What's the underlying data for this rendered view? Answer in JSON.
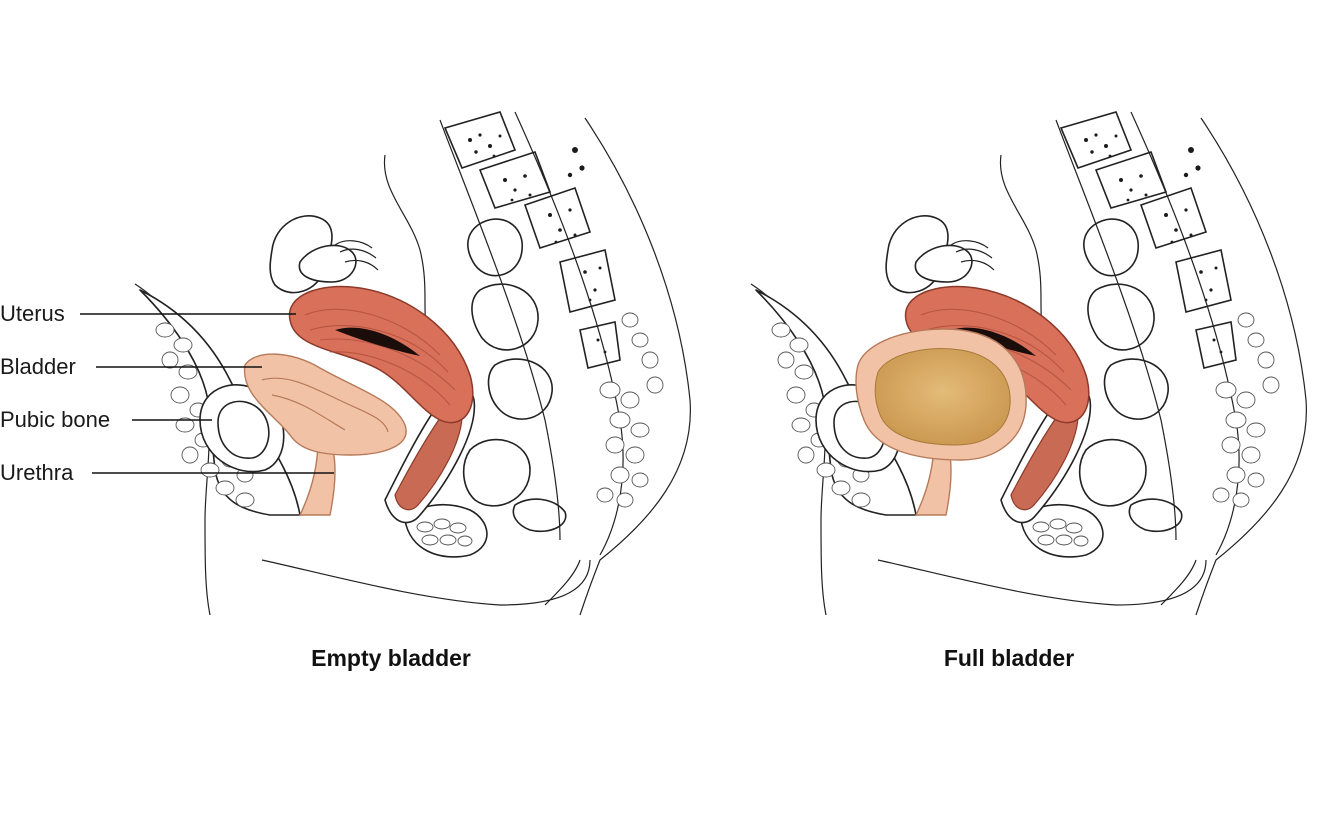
{
  "labels": {
    "uterus": "Uterus",
    "bladder": "Bladder",
    "pubic_bone": "Pubic bone",
    "urethra": "Urethra"
  },
  "captions": {
    "empty": "Empty bladder",
    "full": "Full bladder"
  },
  "colors": {
    "uterus": "#d9705a",
    "uterus_dark": "#b4513e",
    "bladder_wall": "#f2c2a6",
    "bladder_urine": "#d4a45f",
    "outline": "#222222",
    "background": "#ffffff"
  }
}
